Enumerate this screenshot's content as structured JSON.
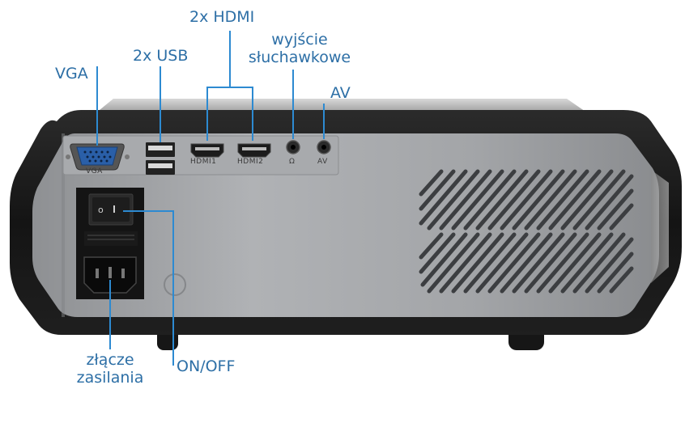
{
  "annotations": {
    "vga": "VGA",
    "usb": "2x USB",
    "hdmi": "2x HDMI",
    "headphone_line1": "wyjście",
    "headphone_line2": "słuchawkowe",
    "av": "AV",
    "power_line1": "złącze",
    "power_line2": "zasilania",
    "on_off": "ON/OFF"
  },
  "port_labels": {
    "vga": "VGA",
    "hdmi1": "HDMI1",
    "hdmi2": "HDMI2",
    "headphone": "Ω",
    "av": "AV"
  },
  "colors": {
    "callout": "#2d8ad1",
    "label_text": "#2d6fa6",
    "body_black": "#1a1a1a",
    "panel_silver": "#9fa1a4",
    "vga_blue": "#2a5fa8"
  }
}
